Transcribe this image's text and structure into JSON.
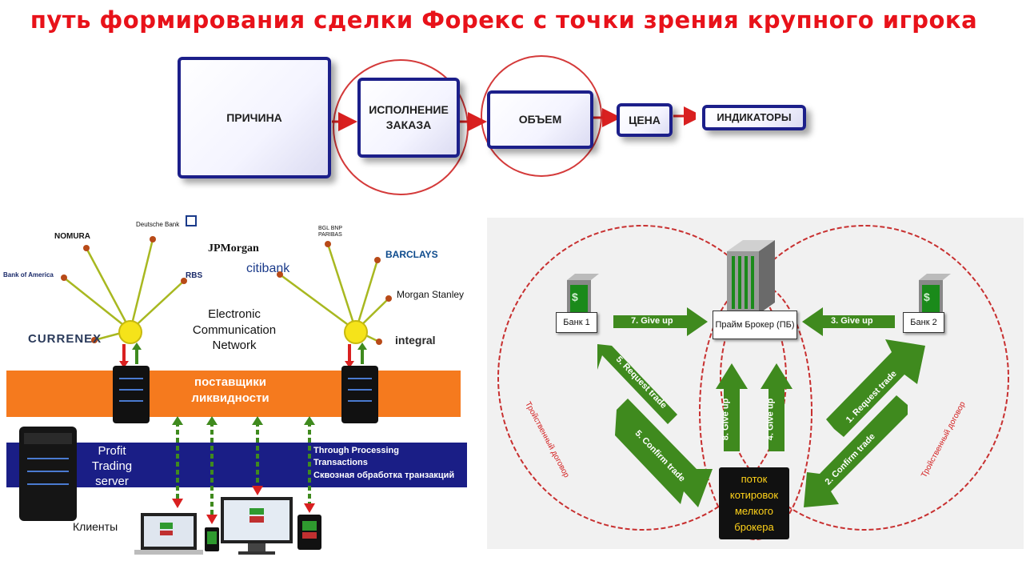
{
  "title": "путь формирования сделки Форекс с точки зрения крупного игрока",
  "flow": {
    "cause": "ПРИЧИНА",
    "execution": "ИСПОЛНЕНИЕ ЗАКАЗА",
    "volume": "ОБЪЕМ",
    "price": "ЦЕНА",
    "indicators": "ИНДИКАТОРЫ"
  },
  "ecn": {
    "label": "Electronic Communication Network",
    "banks": {
      "nomura": "NOMURA",
      "deutsche": "Deutsche Bank",
      "jpmorgan": "JPMorgan",
      "bnp": "BGL BNP PARIBAS",
      "barclays": "BARCLAYS",
      "boa": "Bank of America",
      "rbs": "RBS",
      "citibank": "citibank",
      "morganstanley": "Morgan Stanley",
      "currenex": "CURRENEX",
      "integral": "integral"
    },
    "liquidity": "поставщики ликвидности",
    "server": "Profit Trading server",
    "stp_line1": "Through Processing",
    "stp_line2": "Transactions",
    "stp_line3": "Сквозная обработка транзакций",
    "clients": "Клиенты"
  },
  "prime": {
    "broker": "Прайм Брокер (ПБ)",
    "bank1": "Банк 1",
    "bank2": "Банк 2",
    "giveup7": "7. Give up",
    "giveup3": "3. Give up",
    "req5": "5. Request trade",
    "confirm5": "5. Confirm trade",
    "giveup8": "8. Give up",
    "giveup4": "4. Give up",
    "req1": "1. Request trade",
    "confirm2": "2. Confirm trade",
    "contract_left": "Тройственный договор",
    "contract_right": "Тройственный договор",
    "stream": "поток котировок мелкого брокера"
  },
  "colors": {
    "title": "#e8121a",
    "box_border": "#1c1f8a",
    "circle": "#d43a3a",
    "arrow_red": "#d92020",
    "orange_band": "#f57a1e",
    "navy_band": "#1a1e86",
    "green_arrow": "#3f8a1e",
    "stream_box": "#111111",
    "stream_text": "#ffd21a"
  }
}
